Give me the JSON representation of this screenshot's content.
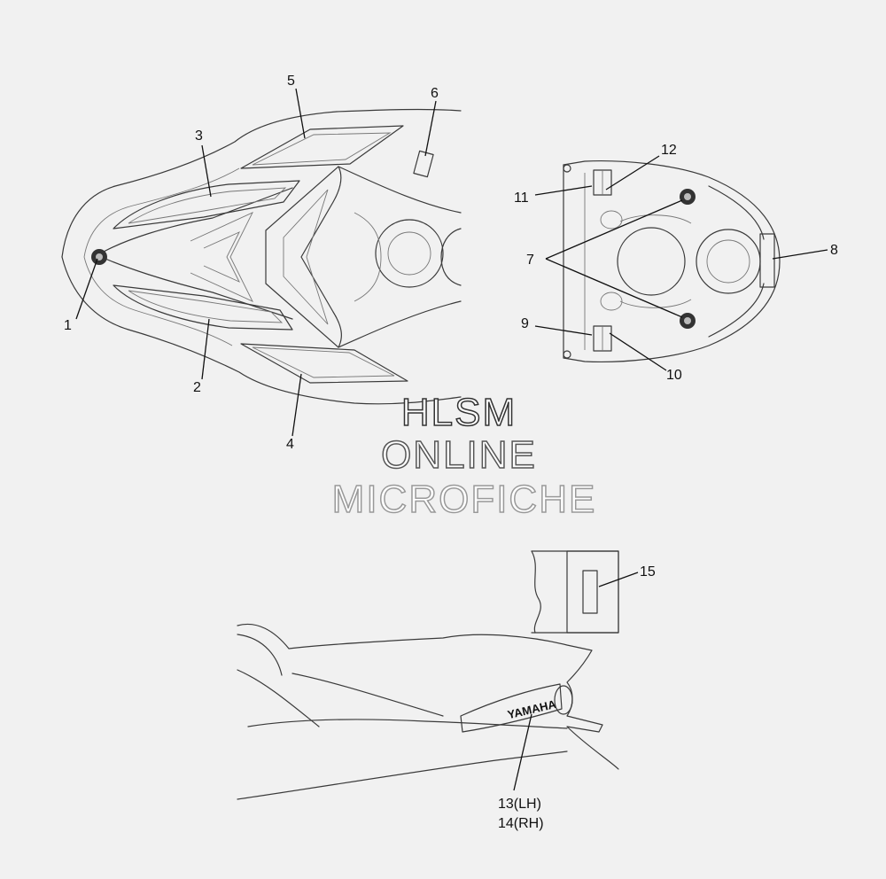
{
  "callouts": [
    "1",
    "2",
    "3",
    "4",
    "5",
    "6",
    "7",
    "8",
    "9",
    "10",
    "11",
    "12",
    "15"
  ],
  "callout_13": "13(LH)",
  "callout_14": "14(RH)",
  "decal_brand": "YAMAHA",
  "watermark": [
    "HLSM",
    "ONLINE",
    "MICROFICHE"
  ]
}
